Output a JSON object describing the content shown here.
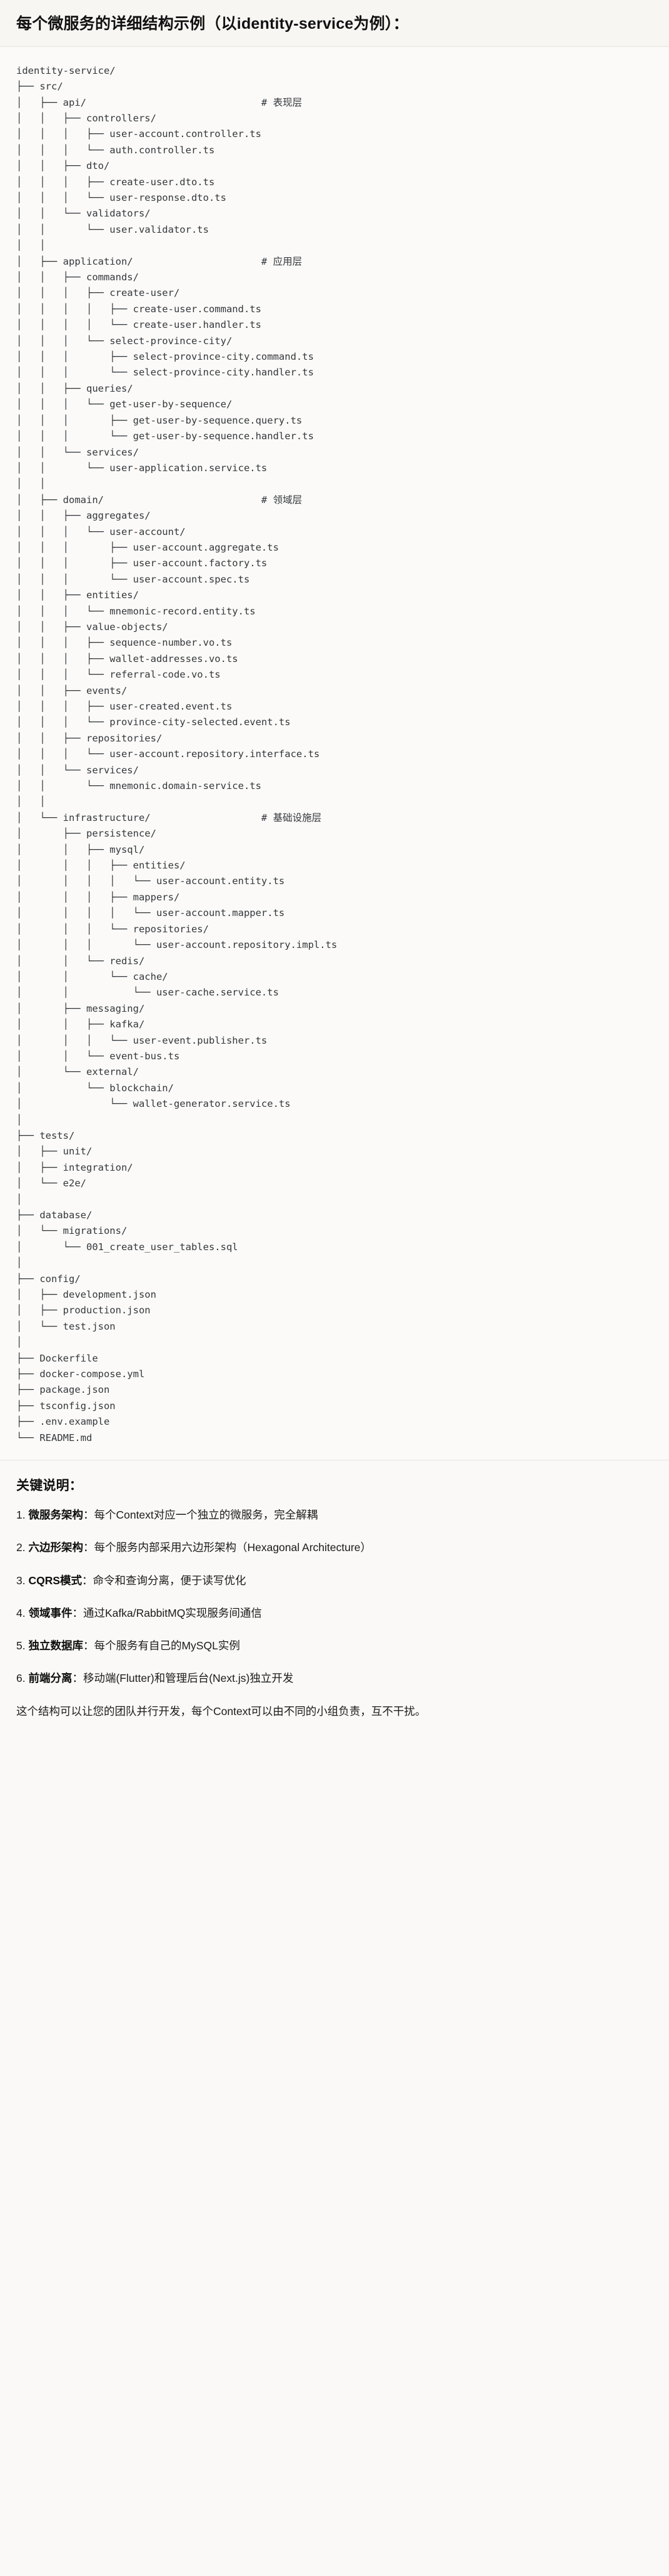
{
  "header": {
    "title": "每个微服务的详细结构示例（以identity-service为例）："
  },
  "tree": {
    "root_label": "identity-service/",
    "text": "identity-service/\n├── src/\n│   ├── api/                              # 表现层\n│   │   ├── controllers/\n│   │   │   ├── user-account.controller.ts\n│   │   │   └── auth.controller.ts\n│   │   ├── dto/\n│   │   │   ├── create-user.dto.ts\n│   │   │   └── user-response.dto.ts\n│   │   └── validators/\n│   │       └── user.validator.ts\n│   │\n│   ├── application/                      # 应用层\n│   │   ├── commands/\n│   │   │   ├── create-user/\n│   │   │   │   ├── create-user.command.ts\n│   │   │   │   └── create-user.handler.ts\n│   │   │   └── select-province-city/\n│   │   │       ├── select-province-city.command.ts\n│   │   │       └── select-province-city.handler.ts\n│   │   ├── queries/\n│   │   │   └── get-user-by-sequence/\n│   │   │       ├── get-user-by-sequence.query.ts\n│   │   │       └── get-user-by-sequence.handler.ts\n│   │   └── services/\n│   │       └── user-application.service.ts\n│   │\n│   ├── domain/                           # 领域层\n│   │   ├── aggregates/\n│   │   │   └── user-account/\n│   │   │       ├── user-account.aggregate.ts\n│   │   │       ├── user-account.factory.ts\n│   │   │       └── user-account.spec.ts\n│   │   ├── entities/\n│   │   │   └── mnemonic-record.entity.ts\n│   │   ├── value-objects/\n│   │   │   ├── sequence-number.vo.ts\n│   │   │   ├── wallet-addresses.vo.ts\n│   │   │   └── referral-code.vo.ts\n│   │   ├── events/\n│   │   │   ├── user-created.event.ts\n│   │   │   └── province-city-selected.event.ts\n│   │   ├── repositories/\n│   │   │   └── user-account.repository.interface.ts\n│   │   └── services/\n│   │       └── mnemonic.domain-service.ts\n│   │\n│   └── infrastructure/                   # 基础设施层\n│       ├── persistence/\n│       │   ├── mysql/\n│       │   │   ├── entities/\n│       │   │   │   └── user-account.entity.ts\n│       │   │   ├── mappers/\n│       │   │   │   └── user-account.mapper.ts\n│       │   │   └── repositories/\n│       │   │       └── user-account.repository.impl.ts\n│       │   └── redis/\n│       │       └── cache/\n│       │           └── user-cache.service.ts\n│       ├── messaging/\n│       │   ├── kafka/\n│       │   │   └── user-event.publisher.ts\n│       │   └── event-bus.ts\n│       └── external/\n│           └── blockchain/\n│               └── wallet-generator.service.ts\n│\n├── tests/\n│   ├── unit/\n│   ├── integration/\n│   └── e2e/\n│\n├── database/\n│   └── migrations/\n│       └── 001_create_user_tables.sql\n│\n├── config/\n│   ├── development.json\n│   ├── production.json\n│   └── test.json\n│\n├── Dockerfile\n├── docker-compose.yml\n├── package.json\n├── tsconfig.json\n├── .env.example\n└── README.md",
    "layer_comments": [
      {
        "path": "api/",
        "comment": "# 表现层"
      },
      {
        "path": "application/",
        "comment": "# 应用层"
      },
      {
        "path": "domain/",
        "comment": "# 领域层"
      },
      {
        "path": "infrastructure/",
        "comment": "# 基础设施层"
      }
    ]
  },
  "keypoints": {
    "title": "关键说明：",
    "items": [
      {
        "term": "微服务架构",
        "sep": "：",
        "desc": "每个Context对应一个独立的微服务，完全解耦"
      },
      {
        "term": "六边形架构",
        "sep": "：",
        "desc": "每个服务内部采用六边形架构（Hexagonal Architecture）"
      },
      {
        "term": "CQRS模式",
        "sep": "：",
        "desc": "命令和查询分离，便于读写优化"
      },
      {
        "term": "领域事件",
        "sep": "：",
        "desc": "通过Kafka/RabbitMQ实现服务间通信"
      },
      {
        "term": "独立数据库",
        "sep": "：",
        "desc": "每个服务有自己的MySQL实例"
      },
      {
        "term": "前端分离",
        "sep": "：",
        "desc": "移动端(Flutter)和管理后台(Next.js)独立开发"
      }
    ],
    "closing": "这个结构可以让您的团队并行开发，每个Context可以由不同的小组负责，互不干扰。"
  },
  "colors": {
    "page_background": "#faf9f7",
    "code_background": "#fbfaf8",
    "header_background": "#f7f6f3",
    "text": "#1f1f1f",
    "code_text": "#33373b",
    "divider": "#e6e4df"
  }
}
